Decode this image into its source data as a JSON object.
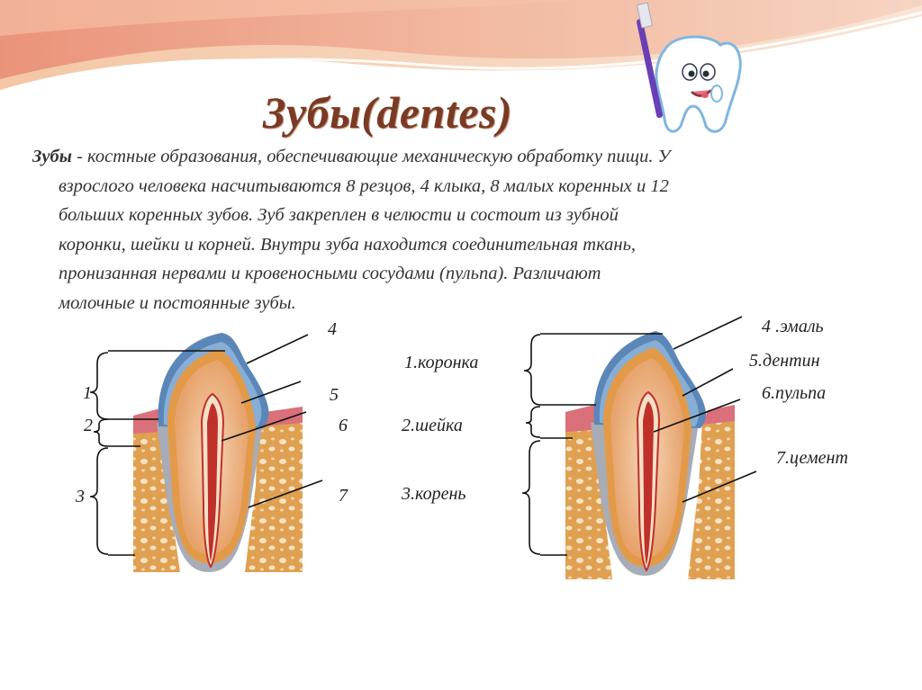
{
  "title": "Зубы(dentes)",
  "body": {
    "term": "Зубы",
    "line1": " - костные образования, обеспечивающие механическую обработку пищи. У",
    "line2": "взрослого человека насчитываются 8 резцов, 4 клыка, 8 малых коренных и 12",
    "line3": "больших коренных зубов. Зуб закреплен в челюсти и состоит из зубной",
    "line4": "коронки, шейки и корней. Внутри зуба находится соединительная ткань,",
    "line5": "пронизанная нервами и кровеносными сосудами (пульпа). Различают",
    "line6": "молочные и постоянные зубы."
  },
  "diagram_left": {
    "bracket_labels": [
      "1",
      "2",
      "3"
    ],
    "pointer_labels": [
      "4",
      "5",
      "6",
      "7"
    ]
  },
  "legend_parts": [
    "1.коронка",
    "2.шейка",
    "3.корень"
  ],
  "legend_tissues": [
    "4 .эмаль",
    "5.дентин",
    "6.пульпа",
    "7.цемент"
  ],
  "colors": {
    "title": "#7a3a24",
    "enamel": "#5b86b8",
    "dentin": "#e8a24a",
    "pulp": "#c0302a",
    "bone": "#d99a45",
    "gum": "#d9707a"
  }
}
